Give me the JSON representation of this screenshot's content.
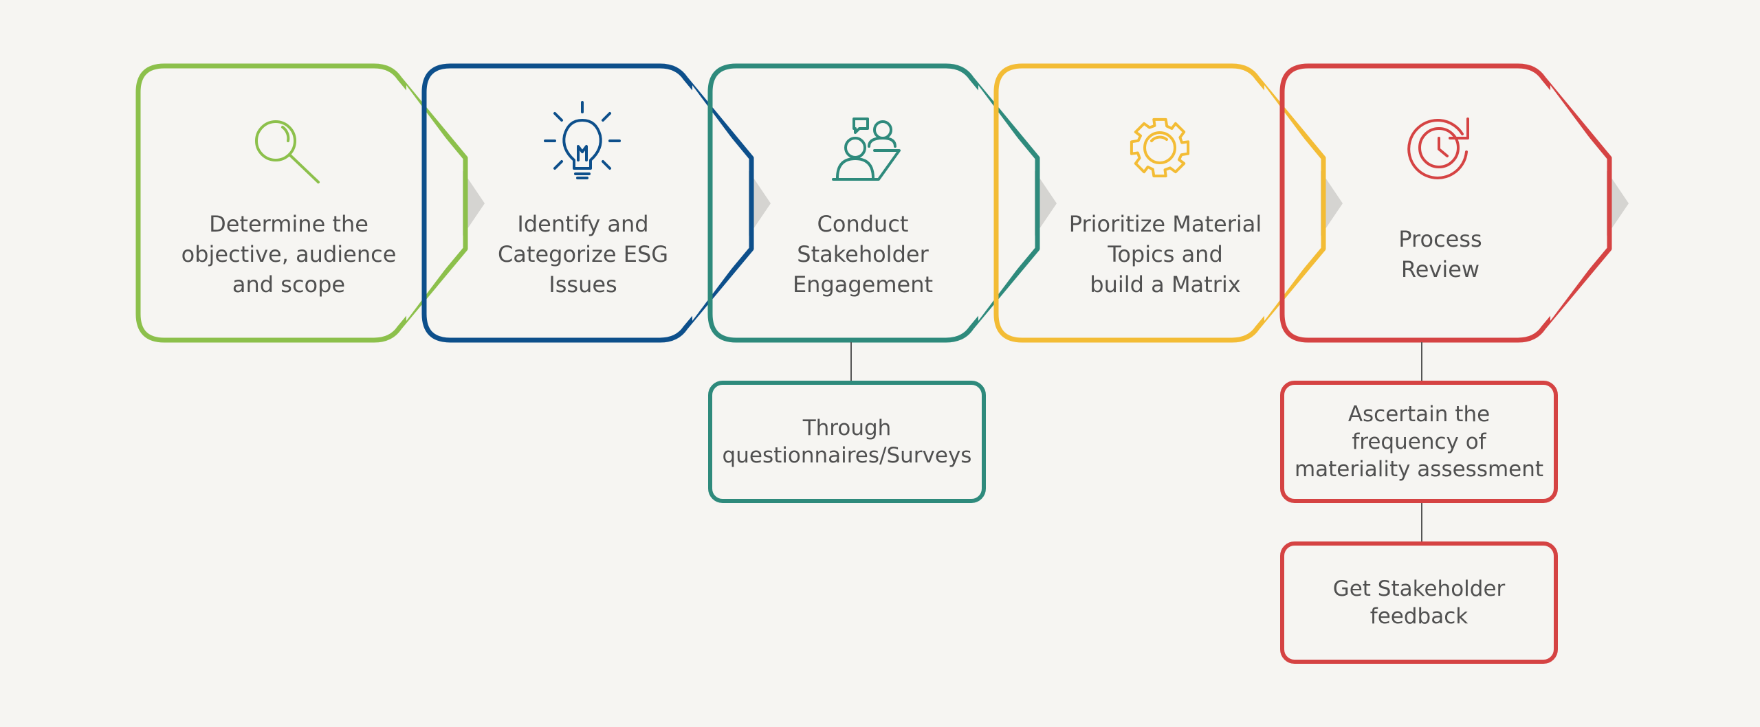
{
  "steps": [
    {
      "label": "Determine the\nobjective, audience\nand scope",
      "color": "#8cc04b",
      "icon": "magnifier-icon"
    },
    {
      "label": "Identify and\nCategorize ESG\nIssues",
      "color": "#0d4f8b",
      "icon": "lightbulb-icon"
    },
    {
      "label": "Conduct\nStakeholder\nEngagement",
      "color": "#2e8a7c",
      "icon": "people-meeting-icon"
    },
    {
      "label": "Prioritize Material\nTopics and\nbuild a Matrix",
      "color": "#f3bc35",
      "icon": "gear-icon"
    },
    {
      "label": "Process\nReview",
      "color": "#d54343",
      "icon": "clock-refresh-icon"
    }
  ],
  "substeps": [
    {
      "parent": 2,
      "label": "Through\nquestionnaires/Surveys"
    },
    {
      "parent": 4,
      "label": "Ascertain the\nfrequency of\nmateriality assessment"
    },
    {
      "parent": 4,
      "label": "Get Stakeholder\nfeedback"
    }
  ],
  "colors": {
    "background": "#f6f5f2",
    "text": "#505050",
    "connector": "#555555",
    "arrow_shadow": "#d5d4d1"
  }
}
